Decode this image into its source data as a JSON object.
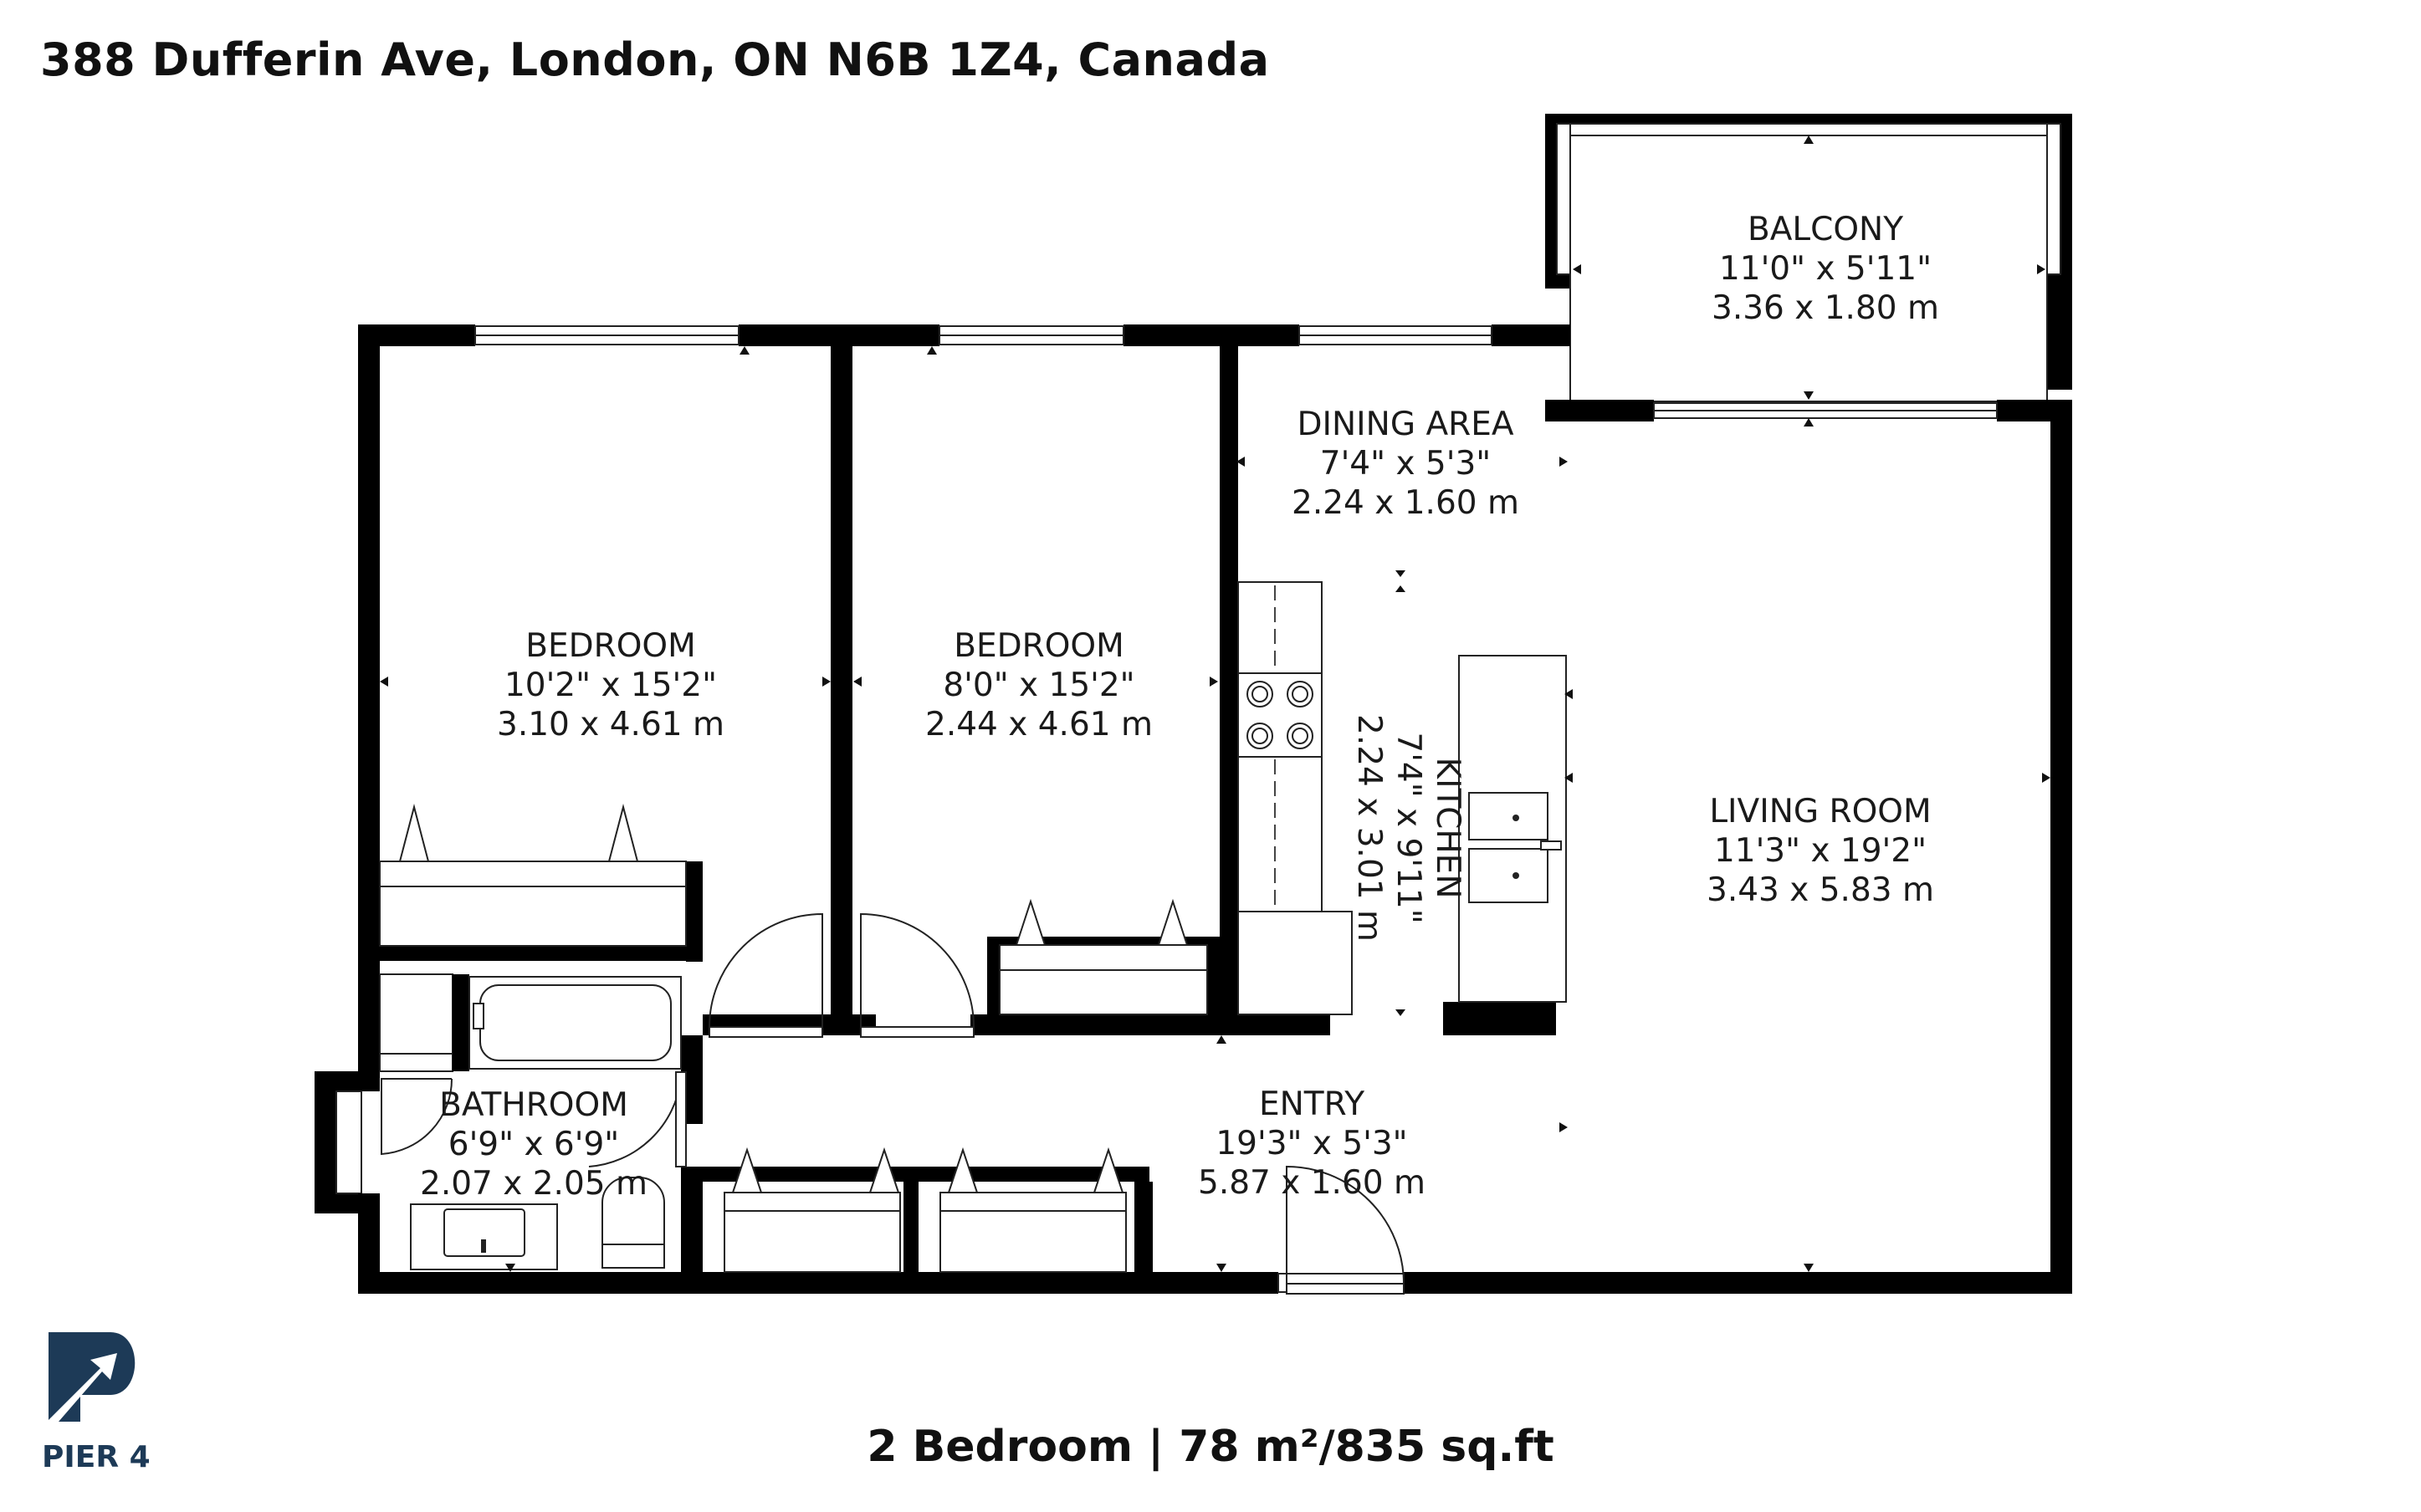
{
  "header": {
    "address": "388 Dufferin Ave, London, ON N6B 1Z4, Canada"
  },
  "footer": {
    "summary": "2 Bedroom | 78 m²/835 sq.ft"
  },
  "brand": {
    "name": "PIER 4",
    "logo_icon": "pier4-logo-icon",
    "color": "#1d3a57"
  },
  "rooms": {
    "balcony": {
      "name": "BALCONY",
      "imperial": "11'0\" x 5'11\"",
      "metric": "3.36 x 1.80 m"
    },
    "dining": {
      "name": "DINING AREA",
      "imperial": "7'4\" x 5'3\"",
      "metric": "2.24 x 1.60 m"
    },
    "bedroom1": {
      "name": "BEDROOM",
      "imperial": "10'2\" x 15'2\"",
      "metric": "3.10 x 4.61 m"
    },
    "bedroom2": {
      "name": "BEDROOM",
      "imperial": "8'0\" x 15'2\"",
      "metric": "2.44 x 4.61 m"
    },
    "kitchen": {
      "name": "KITCHEN",
      "imperial": "7'4\" x 9'11\"",
      "metric": "2.24 x 3.01 m"
    },
    "living": {
      "name": "LIVING ROOM",
      "imperial": "11'3\" x 19'2\"",
      "metric": "3.43 x 5.83 m"
    },
    "bathroom": {
      "name": "BATHROOM",
      "imperial": "6'9\" x 6'9\"",
      "metric": "2.07 x 2.05 m"
    },
    "entry": {
      "name": "ENTRY",
      "imperial": "19'3\" x 5'3\"",
      "metric": "5.87 x 1.60 m"
    }
  }
}
